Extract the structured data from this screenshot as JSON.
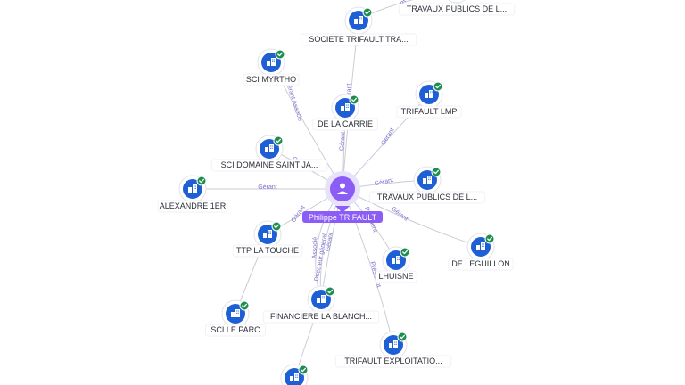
{
  "center": {
    "name": "Philippe TRIFAULT",
    "icon": "person-icon",
    "color": "#8b5cf6"
  },
  "colors": {
    "company": "#1f5fd6",
    "verified": "#1e8e4e",
    "edge": "#c9cdd6",
    "edge_label": "#7b72c9"
  },
  "nodes": [
    {
      "id": "tp_top",
      "label": "TRAVAUX PUBLICS DE L...",
      "icon": "building-icon",
      "verified": true
    },
    {
      "id": "societe",
      "label": "SOCIETE TRIFAULT TRA...",
      "icon": "building-icon",
      "verified": true
    },
    {
      "id": "myrtho",
      "label": "SCI MYRTHO",
      "icon": "building-icon",
      "verified": true
    },
    {
      "id": "carrie",
      "label": "DE LA CARRIE",
      "icon": "building-icon",
      "verified": true
    },
    {
      "id": "lmp",
      "label": "TRIFAULT LMP",
      "icon": "building-icon",
      "verified": true
    },
    {
      "id": "domaine",
      "label": "SCI DOMAINE SAINT JA...",
      "icon": "building-icon",
      "verified": true
    },
    {
      "id": "alexandre",
      "label": "ALEXANDRE 1ER",
      "icon": "building-icon",
      "verified": true
    },
    {
      "id": "tp_right",
      "label": "TRAVAUX PUBLICS DE L...",
      "icon": "building-icon",
      "verified": true
    },
    {
      "id": "touche",
      "label": "TTP LA TOUCHE",
      "icon": "building-icon",
      "verified": true
    },
    {
      "id": "leguillon",
      "label": "DE LEGUILLON",
      "icon": "building-icon",
      "verified": true
    },
    {
      "id": "lhuisne",
      "label": "LHUISNE",
      "icon": "building-icon",
      "verified": true
    },
    {
      "id": "sciparc",
      "label": "SCI LE PARC",
      "icon": "building-icon",
      "verified": true
    },
    {
      "id": "financiere",
      "label": "FINANCIERE LA BLANCH...",
      "icon": "building-icon",
      "verified": true
    },
    {
      "id": "exploitation",
      "label": "TRIFAULT EXPLOITATIO...",
      "icon": "building-icon",
      "verified": true
    },
    {
      "id": "bottom",
      "label": "",
      "icon": "building-icon",
      "verified": true
    }
  ],
  "edges": [
    {
      "from": "center",
      "to": "societe",
      "label": "Gérant"
    },
    {
      "from": "center",
      "to": "carrie",
      "label": "Gérant"
    },
    {
      "from": "center",
      "to": "myrtho",
      "label": "Gérant Associé"
    },
    {
      "from": "center",
      "to": "lmp",
      "label": "Gérant"
    },
    {
      "from": "center",
      "to": "domaine",
      "label": "Gérant"
    },
    {
      "from": "center",
      "to": "alexandre",
      "label": "Gérant"
    },
    {
      "from": "center",
      "to": "tp_right",
      "label": "Gérant"
    },
    {
      "from": "center",
      "to": "leguillon",
      "label": "Gérant"
    },
    {
      "from": "center",
      "to": "touche",
      "label": "Gérant"
    },
    {
      "from": "center",
      "to": "lhuisne",
      "label": "Président"
    },
    {
      "from": "center",
      "to": "financiere",
      "label": "Gérant"
    },
    {
      "from": "center",
      "to": "exploitation",
      "label": "Président"
    },
    {
      "from": "center",
      "to": "financiere",
      "label": "Directeur général"
    },
    {
      "from": "center",
      "to": "financiere",
      "label": "Associé"
    },
    {
      "from": "societe",
      "to": "tp_top",
      "label": "Pré"
    },
    {
      "from": "touche",
      "to": "sciparc",
      "label": ""
    },
    {
      "from": "financiere",
      "to": "bottom",
      "label": ""
    }
  ]
}
